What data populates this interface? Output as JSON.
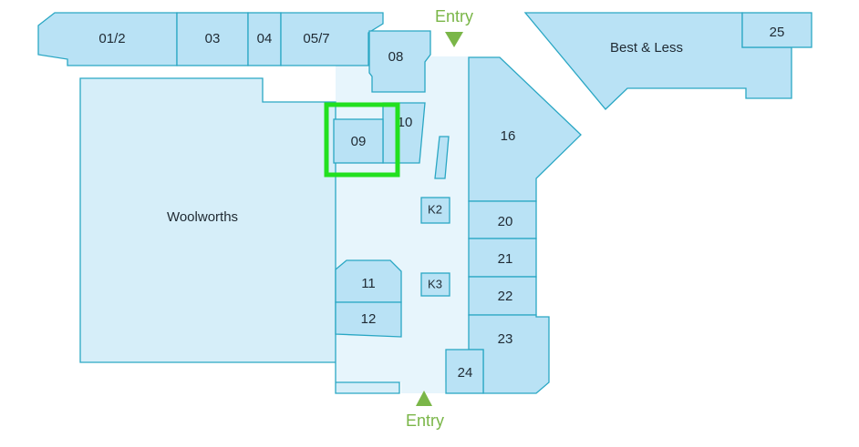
{
  "colors": {
    "shop_fill": "#b9e2f5",
    "shop_light_fill": "#d6eef9",
    "outline": "#2aa7c4",
    "entry": "#7ab648",
    "highlight": "#22e01f"
  },
  "entries": {
    "top_label": "Entry",
    "bottom_label": "Entry"
  },
  "highlighted_shop": "09",
  "shops": {
    "s01_2": "01/2",
    "s03": "03",
    "s04": "04",
    "s05_7": "05/7",
    "s08": "08",
    "s09": "09",
    "s10": "10",
    "s11": "11",
    "s12": "12",
    "s16": "16",
    "s20": "20",
    "s21": "21",
    "s22": "22",
    "s23": "23",
    "s24": "24",
    "s25": "25",
    "k2": "K2",
    "k3": "K3",
    "woolworths": "Woolworths",
    "best_less": "Best & Less"
  }
}
